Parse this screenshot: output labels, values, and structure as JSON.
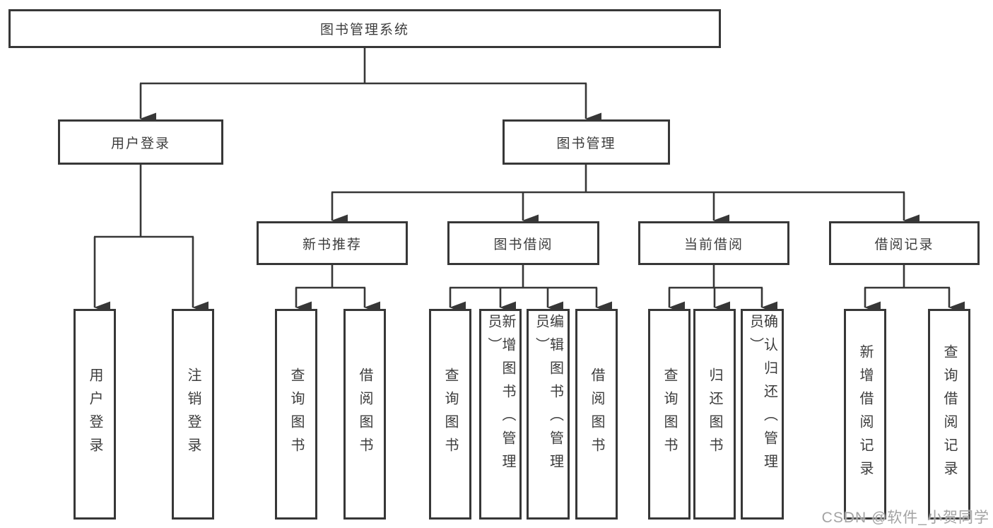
{
  "tree": {
    "label": "图书管理系统",
    "children": [
      {
        "label": "用户登录",
        "children": [
          {
            "label": "用户登录"
          },
          {
            "label": "注销登录"
          }
        ]
      },
      {
        "label": "图书管理",
        "children": [
          {
            "label": "新书推荐",
            "children": [
              {
                "label": "查询图书"
              },
              {
                "label": "借阅图书"
              }
            ]
          },
          {
            "label": "图书借阅",
            "children": [
              {
                "label": "查询图书"
              },
              {
                "label": "新增图书（管理员）"
              },
              {
                "label": "编辑图书（管理员）"
              },
              {
                "label": "借阅图书"
              }
            ]
          },
          {
            "label": "当前借阅",
            "children": [
              {
                "label": "查询图书"
              },
              {
                "label": "归还图书"
              },
              {
                "label": "确认归还（管理员）"
              }
            ]
          },
          {
            "label": "借阅记录",
            "children": [
              {
                "label": "新增借阅记录"
              },
              {
                "label": "查询借阅记录"
              }
            ]
          }
        ]
      }
    ]
  },
  "watermark": {
    "text": "CSDN @软件_小贺同学"
  },
  "colors": {
    "line": "#373737",
    "text": "#3c3c3c",
    "bg": "#ffffff",
    "watermark": "#a3a3a3"
  }
}
